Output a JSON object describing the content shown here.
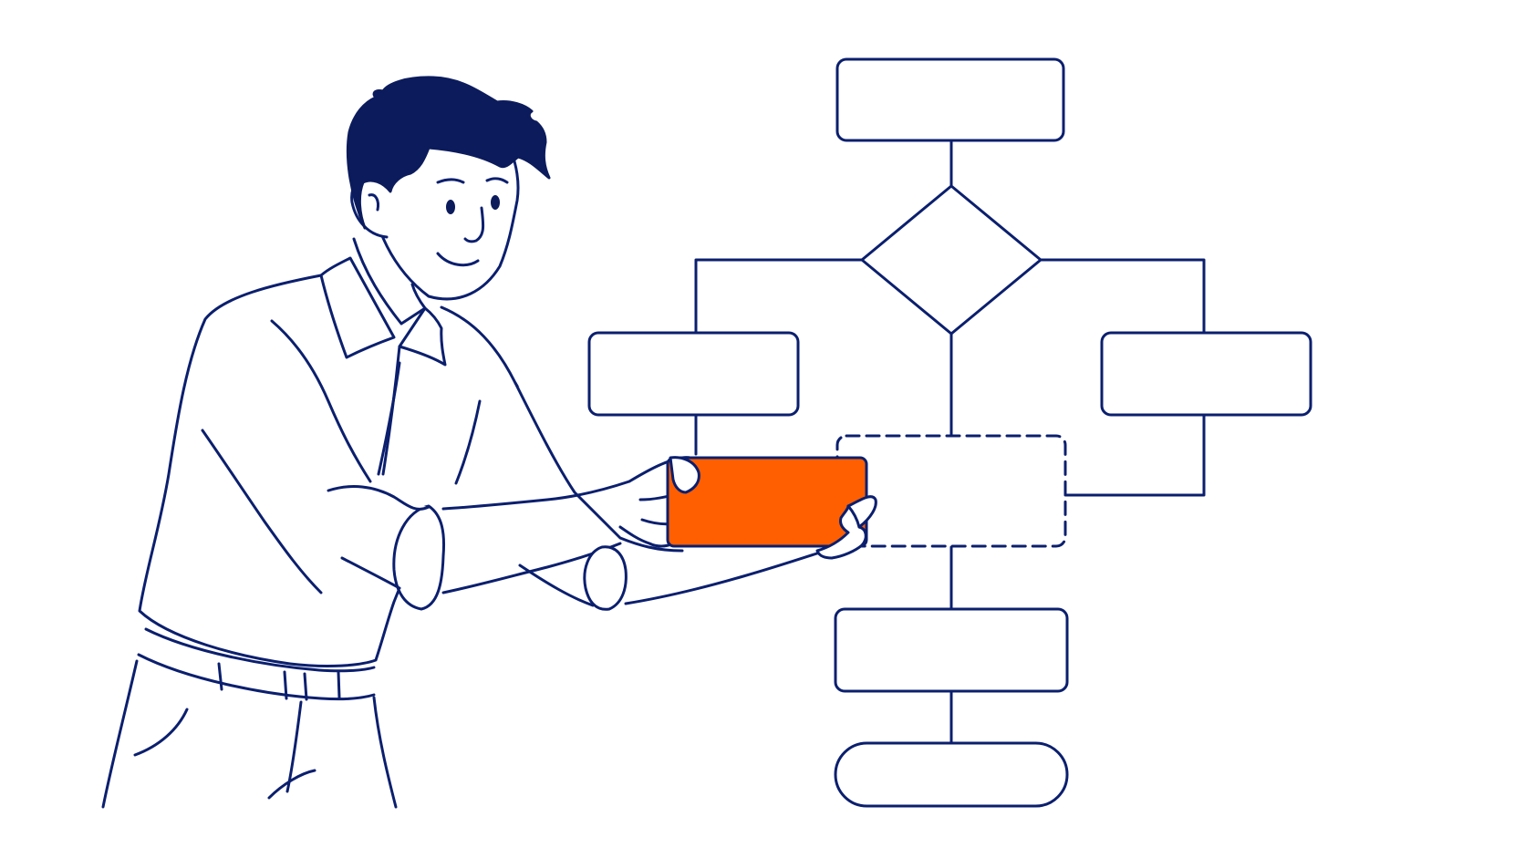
{
  "colors": {
    "line": "#0b1f6e",
    "hair": "#0b1b5c",
    "accent": "#ff5f00",
    "background": "#ffffff"
  },
  "flowchart": {
    "nodes": [
      {
        "id": "start-box",
        "shape": "rect",
        "label": ""
      },
      {
        "id": "decision",
        "shape": "diamond",
        "label": ""
      },
      {
        "id": "left-branch-box",
        "shape": "rect",
        "label": ""
      },
      {
        "id": "right-branch-box",
        "shape": "rect",
        "label": ""
      },
      {
        "id": "placeholder-slot",
        "shape": "dashed-rect",
        "label": ""
      },
      {
        "id": "process-box",
        "shape": "rect",
        "label": ""
      },
      {
        "id": "end-terminal",
        "shape": "pill",
        "label": ""
      }
    ],
    "edges": [
      {
        "from": "start-box",
        "to": "decision"
      },
      {
        "from": "decision",
        "to": "left-branch-box"
      },
      {
        "from": "decision",
        "to": "right-branch-box"
      },
      {
        "from": "decision",
        "to": "placeholder-slot"
      },
      {
        "from": "left-branch-box",
        "to": "placeholder-slot"
      },
      {
        "from": "right-branch-box",
        "to": "placeholder-slot"
      },
      {
        "from": "placeholder-slot",
        "to": "process-box"
      },
      {
        "from": "process-box",
        "to": "end-terminal"
      }
    ]
  },
  "held_block": {
    "shape": "rect",
    "label": ""
  },
  "figure": {
    "subject": "person-holding-block"
  }
}
